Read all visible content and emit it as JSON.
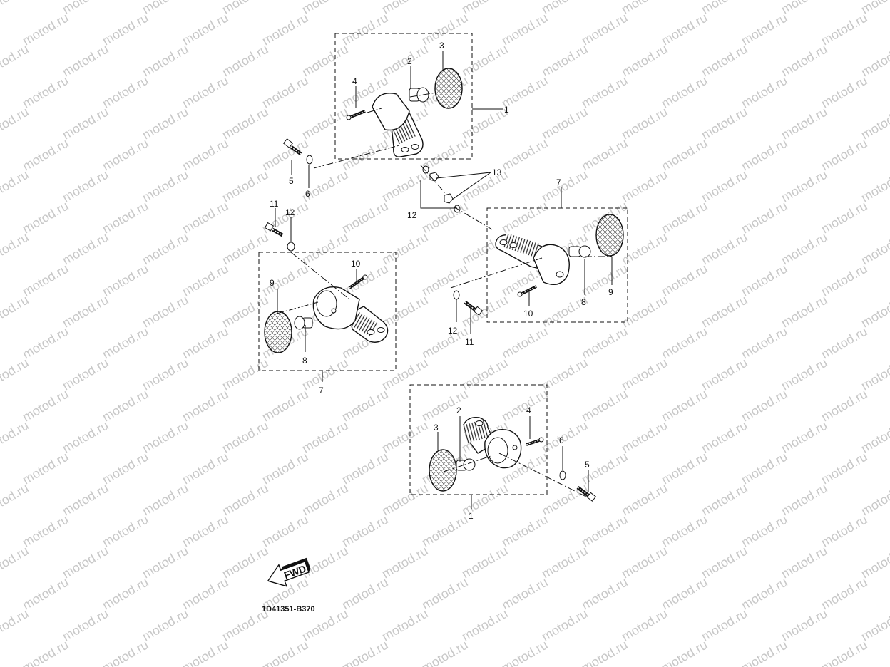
{
  "watermark": {
    "text": "motod.ru",
    "color": "#c8c8c8"
  },
  "diagram_code": "1D41351-B370",
  "fwd_label": "FWD",
  "callouts": {
    "a1": "1",
    "a2": "2",
    "a3": "3",
    "a4": "4",
    "a5": "5",
    "a6": "6",
    "a13": "13",
    "a12": "12",
    "b7": "7",
    "b8": "8",
    "b9": "9",
    "b10": "10",
    "b11": "11",
    "b12": "12",
    "c7": "7",
    "c8": "8",
    "c9": "9",
    "c10": "10",
    "c11": "11",
    "c12": "12",
    "d1": "1",
    "d2": "2",
    "d3": "3",
    "d4": "4",
    "d5": "5",
    "d6": "6"
  }
}
